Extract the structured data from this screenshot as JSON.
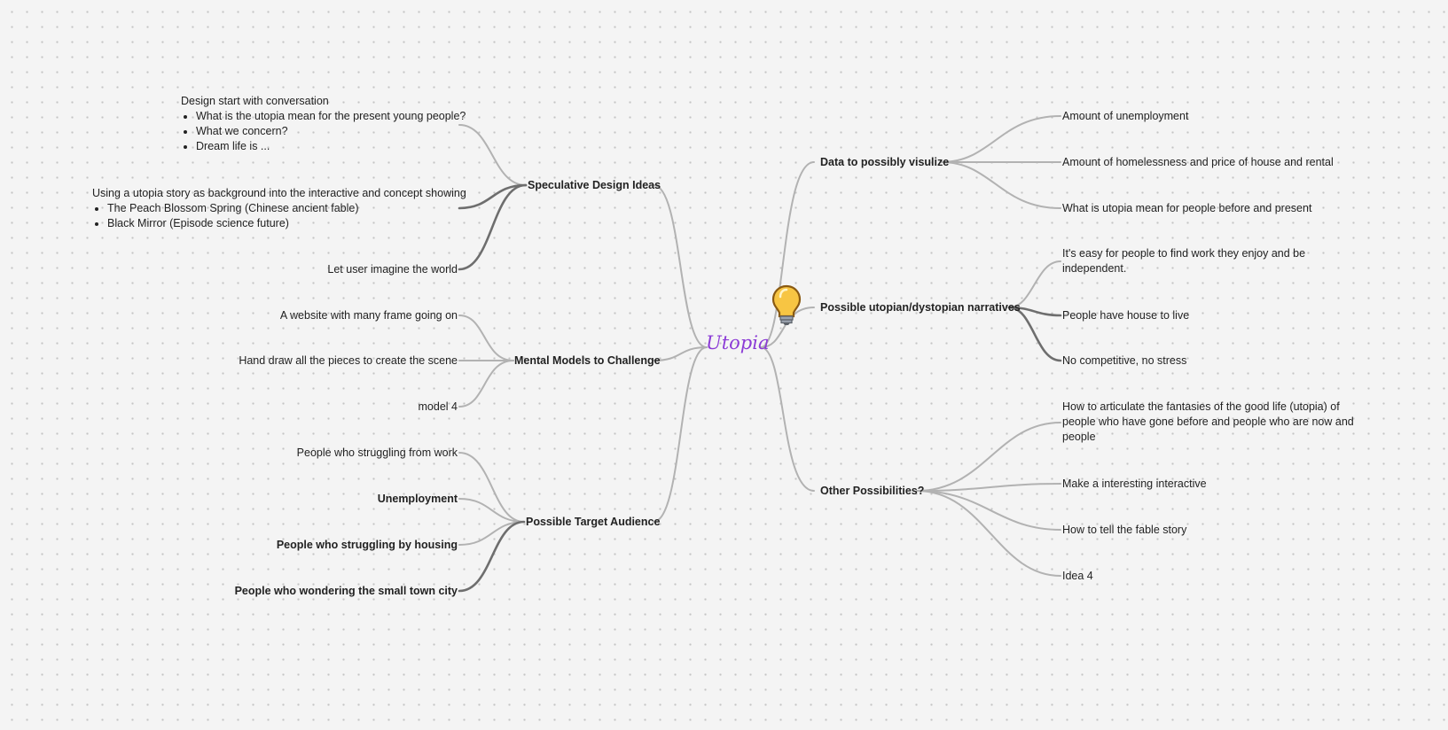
{
  "central": {
    "label": "Utopia",
    "icon": "lightbulb-icon"
  },
  "branches": {
    "speculative": {
      "label": "Speculative Design Ideas",
      "child1": {
        "title": "Design start with conversation",
        "bullets": [
          "What is the utopia mean for the present young people?",
          "What we concern?",
          "Dream life is ..."
        ]
      },
      "child2": {
        "title": "Using a utopia story as background into the interactive and concept showing",
        "bullets": [
          "The Peach Blossom Spring (Chinese ancient fable)",
          "Black Mirror (Episode science future)"
        ]
      },
      "child3": "Let user imagine the world"
    },
    "mental": {
      "label": "Mental Models to Challenge",
      "children": [
        "A website with many frame going on",
        "Hand draw all the pieces to create the scene",
        "model 4"
      ]
    },
    "audience": {
      "label": "Possible Target Audience",
      "children": [
        "People who struggling from work",
        "Unemployment",
        "People who struggling by housing",
        "People who wondering the small town city"
      ]
    },
    "data": {
      "label": "Data to possibly visulize",
      "children": [
        "Amount of unemployment",
        "Amount of homelessness and price of house and rental",
        "What is utopia mean for people before and present"
      ]
    },
    "narratives": {
      "label": "Possible utopian/dystopian narratives",
      "children": [
        "It's easy for people to find work they enjoy and be independent.",
        "People have house to live",
        "No competitive, no stress"
      ]
    },
    "other": {
      "label": "Other Possibilities?",
      "children": [
        "How to articulate the fantasies of the good life (utopia) of people who have gone before and people who are now and people",
        "Make a interesting interactive",
        "How to tell the fable story",
        "Idea 4"
      ]
    }
  },
  "colors": {
    "central": "#8b3bd6",
    "edge_light": "#b2b2b2",
    "edge_dark": "#6e6e6e",
    "background": "#f4f4f4"
  }
}
